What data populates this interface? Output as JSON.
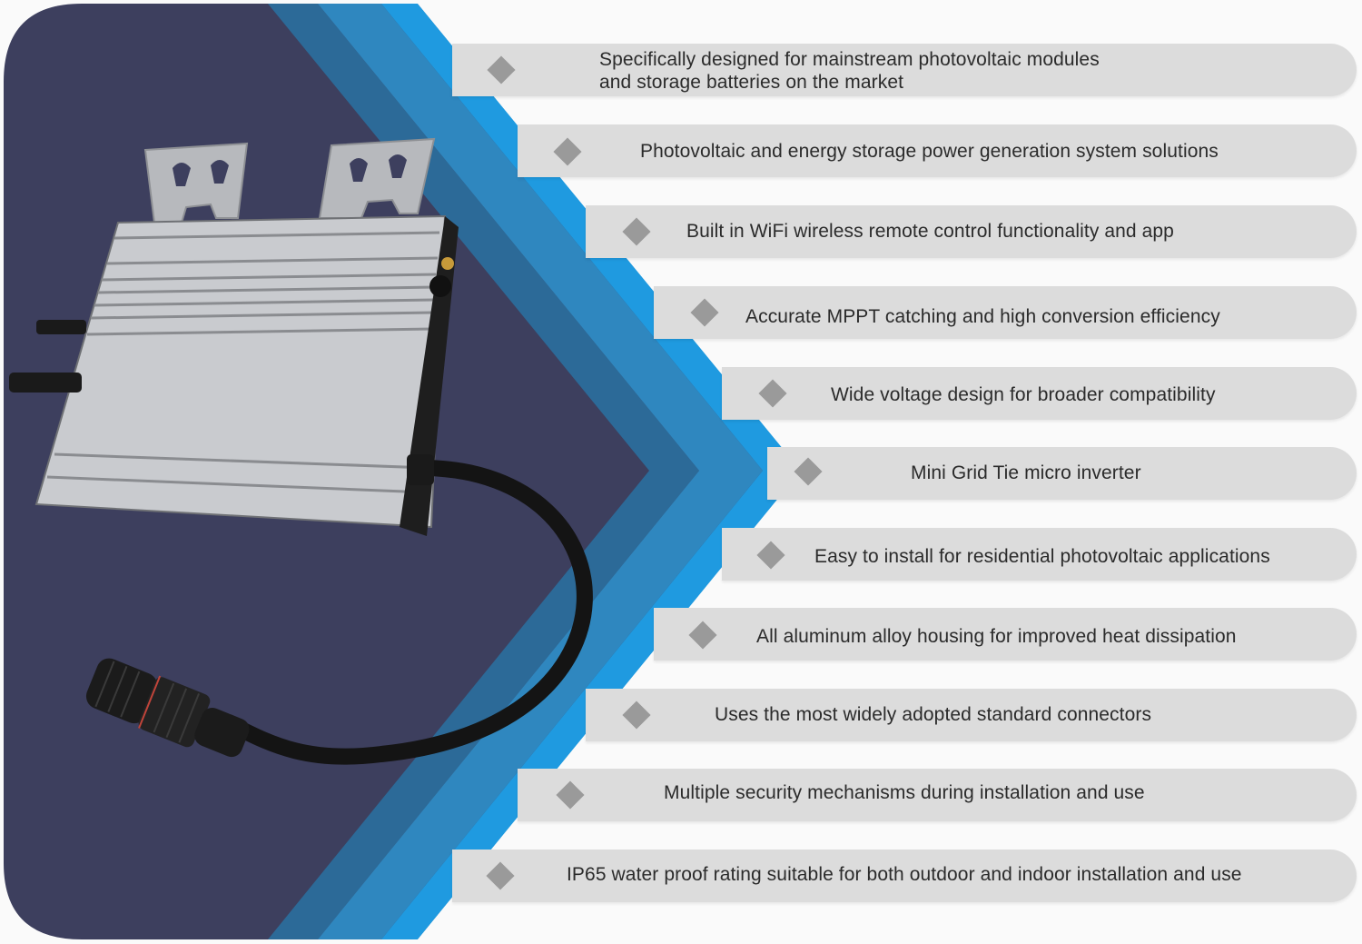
{
  "product": {
    "name": "Mini Grid Tie micro inverter",
    "image_label": "micro-inverter-with-cable-and-connector"
  },
  "colors": {
    "navy_panel": "#3d3f5e",
    "blue_stripe_dark": "#2a6f9e",
    "blue_stripe_mid": "#2f87bf",
    "blue_stripe_bright": "#1f9ae0",
    "bar_gray": "#dcdcdc",
    "diamond_gray": "#9a9a9a",
    "text": "#2b2b2b"
  },
  "features": [
    {
      "text": "Specifically designed for mainstream photovoltaic modules\nand storage batteries on the market",
      "icon": "diamond-bullet"
    },
    {
      "text": "Photovoltaic and energy storage power generation system solutions",
      "icon": "diamond-bullet"
    },
    {
      "text": "Built in WiFi wireless remote control functionality and app",
      "icon": "diamond-bullet"
    },
    {
      "text": "Accurate MPPT catching and high conversion efficiency",
      "icon": "diamond-bullet"
    },
    {
      "text": "Wide voltage design for broader compatibility",
      "icon": "diamond-bullet"
    },
    {
      "text": "Mini Grid Tie micro inverter",
      "icon": "diamond-bullet"
    },
    {
      "text": "Easy to install for residential photovoltaic applications",
      "icon": "diamond-bullet"
    },
    {
      "text": "All aluminum alloy housing for improved heat dissipation",
      "icon": "diamond-bullet"
    },
    {
      "text": "Uses the most widely adopted standard connectors",
      "icon": "diamond-bullet"
    },
    {
      "text": "Multiple security mechanisms during installation and use",
      "icon": "diamond-bullet"
    },
    {
      "text": "IP65 water proof rating suitable for both outdoor and indoor installation and use",
      "icon": "diamond-bullet"
    }
  ]
}
